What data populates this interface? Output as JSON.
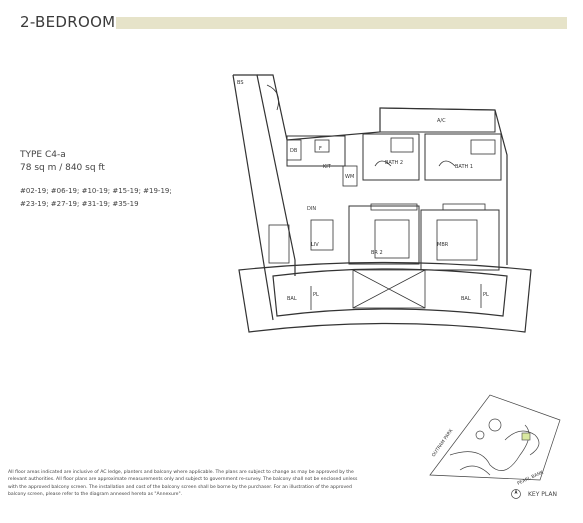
{
  "header": {
    "title": "2-BEDROOM",
    "accent_color": "#e6e3c9"
  },
  "unit": {
    "type": "TYPE C4-a",
    "area": "78 sq m / 840 sq ft",
    "units_line1": "#02-19; #06-19; #10-19; #15-19; #19-19;",
    "units_line2": "#23-19; #27-19; #31-19; #35-19"
  },
  "plan_labels": {
    "bs": "BS",
    "ac": "A/C",
    "db": "DB",
    "kit": "KIT",
    "f": "F",
    "wm": "WM",
    "bath2": "BATH 2",
    "bath1": "BATH 1",
    "din": "DIN",
    "liv": "LIV",
    "br2": "BR 2",
    "mbr": "MBR",
    "bal": "BAL",
    "pl": "PL"
  },
  "keyplan": {
    "road1": "OUTRAM PARK",
    "road2": "PEARL BANK",
    "label": "KEY PLAN"
  },
  "disclaimer": "All floor areas indicated are inclusive of AC ledge, planters and balcony where applicable. The plans are subject to change as may be approved by the relevant authorities. All floor plans are approximate measurements only and subject to government re-survey. The balcony shall not be enclosed unless with the approved balcony screen. The installation and cost of the balcony screen shall be borne by the purchaser. For an illustration of the approved balcony screen, please refer to the diagram annexed hereto as \"Annexure\"."
}
